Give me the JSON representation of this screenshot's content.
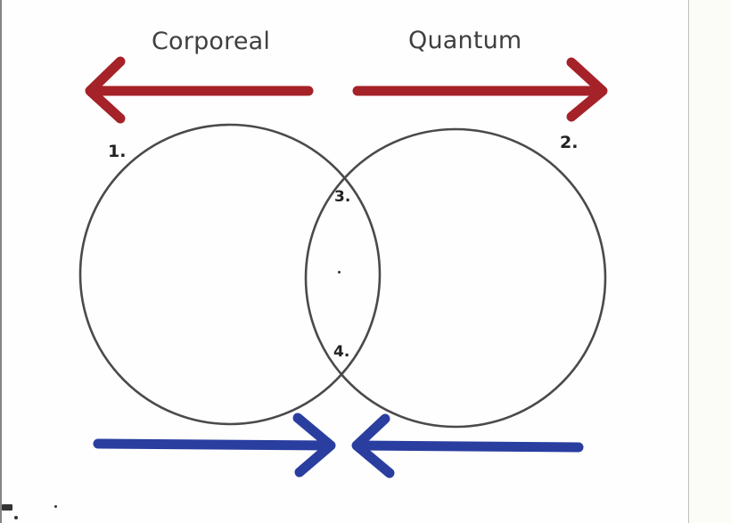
{
  "diagram": {
    "type": "venn",
    "labels": {
      "left_heading": "Corporeal",
      "right_heading": "Quantum"
    },
    "regions": [
      {
        "id": "1",
        "label": "1.",
        "description": "Left circle (Corporeal side)"
      },
      {
        "id": "2",
        "label": "2.",
        "description": "Right circle (Quantum side)"
      },
      {
        "id": "3",
        "label": "3.",
        "description": "Upper intersection point"
      },
      {
        "id": "4",
        "label": "4.",
        "description": "Lower intersection point"
      }
    ],
    "arrows": [
      {
        "id": "corporeal-arrow",
        "direction": "left",
        "color": "#a52228"
      },
      {
        "id": "quantum-arrow",
        "direction": "right",
        "color": "#a52228"
      },
      {
        "id": "converge-left-arrow",
        "direction": "right",
        "color": "#2a3ea0"
      },
      {
        "id": "converge-right-arrow",
        "direction": "left",
        "color": "#2a3ea0"
      }
    ],
    "colors": {
      "red_arrow": "#a52228",
      "blue_arrow": "#2a3ea0",
      "circle_stroke": "#4a4a4a",
      "text": "#3f3f3f"
    }
  }
}
